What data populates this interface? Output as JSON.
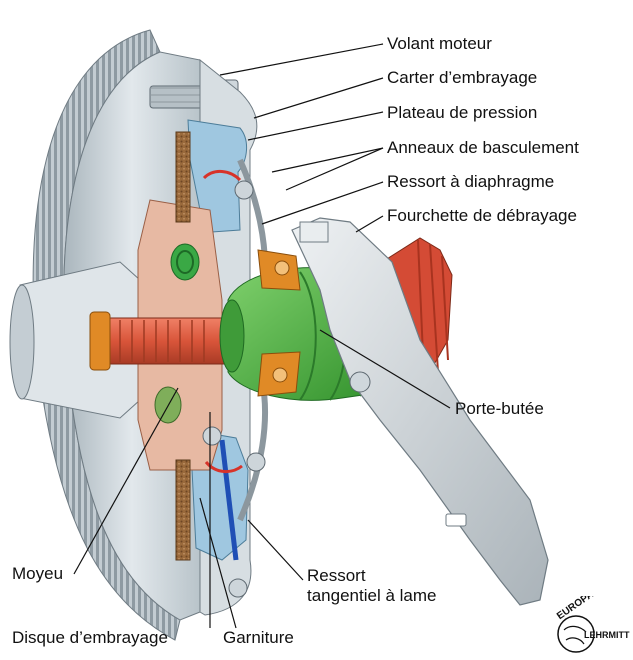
{
  "labels": {
    "volant_moteur": "Volant moteur",
    "carter": "Carter d’embrayage",
    "plateau": "Plateau de pression",
    "anneaux": "Anneaux de basculement",
    "ressort_diaphragme": "Ressort à diaphragme",
    "fourchette": "Fourchette de débrayage",
    "porte_butee": "Porte-butée",
    "moyeu": "Moyeu",
    "ressort_tangentiel_1": "Ressort",
    "ressort_tangentiel_2": "tangentiel à lame",
    "disque": "Disque d’embrayage",
    "garniture": "Garniture"
  },
  "logo": {
    "line1": "EUROPA",
    "line2": "LEHRMITTEL"
  },
  "colors": {
    "flywheel": "#cfd8de",
    "pressure_plate": "#9fc7e0",
    "disc": "#e7b9a3",
    "shaft": "#d9553a",
    "bearing": "#4caf3c",
    "bearing_ring": "#e08a26",
    "lining": "#9a6a3c",
    "fork": "#d2d7db",
    "gear": "#d44b35"
  }
}
